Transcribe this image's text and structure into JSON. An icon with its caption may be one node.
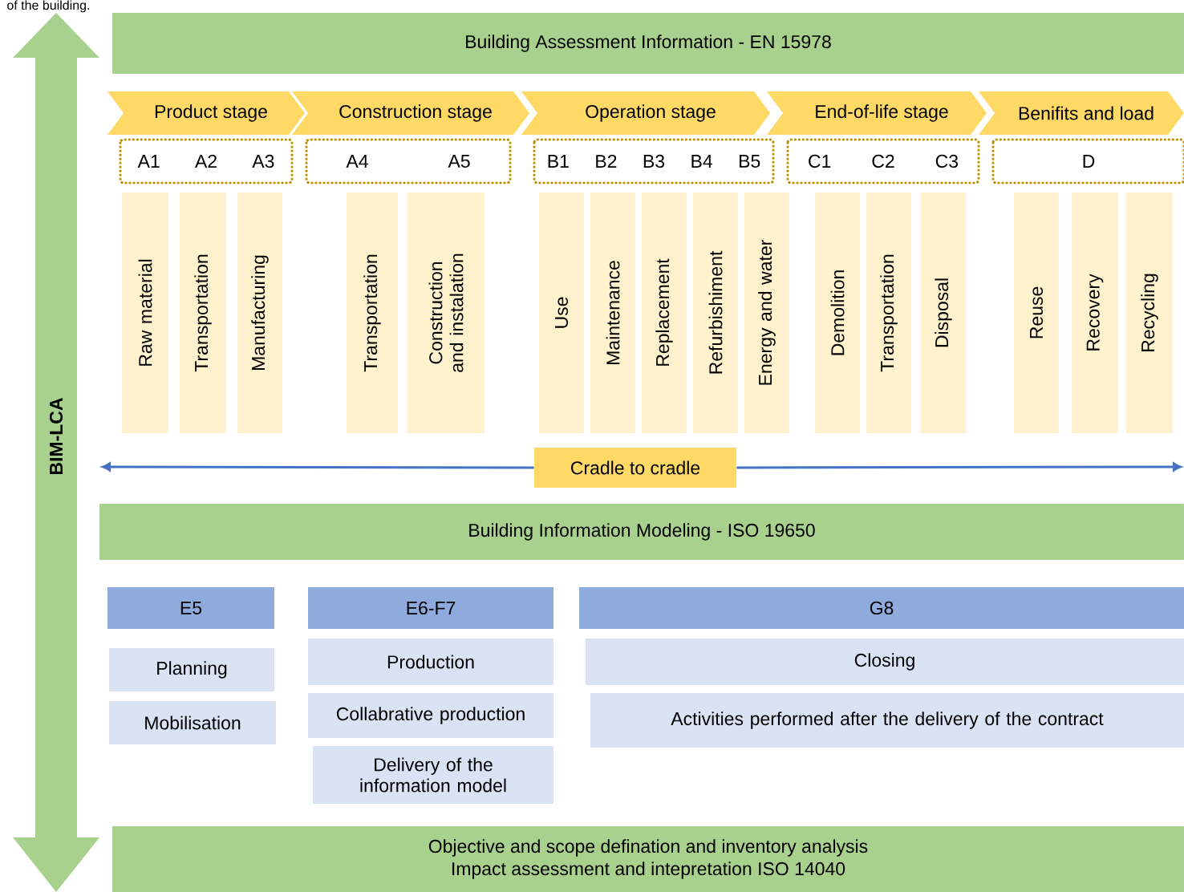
{
  "diagram": {
    "nodes": [
      {
        "text": [
          "BIM-LCA"
        ]
      },
      {
        "text": [
          "Building Assessment Information - EN 15978"
        ]
      },
      {
        "text": [
          "Product stage"
        ]
      },
      {
        "text": [
          "Construction stage"
        ]
      },
      {
        "text": [
          "Operation stage"
        ]
      },
      {
        "text": [
          "End-of-life stage"
        ]
      },
      {
        "text": [
          "Benifits and load"
        ]
      },
      {
        "text": [
          "A1",
          "A2",
          "A3"
        ]
      },
      {
        "text": [
          "A4",
          "A5"
        ]
      },
      {
        "text": [
          "B1",
          "B2",
          "B3",
          "B4",
          "B5"
        ]
      },
      {
        "text": [
          "C1",
          "C2",
          "C3"
        ]
      },
      {
        "text": [
          "D"
        ]
      },
      {
        "text": [
          "Raw material"
        ]
      },
      {
        "text": [
          "Transportation"
        ]
      },
      {
        "text": [
          "Manufacturing"
        ]
      },
      {
        "text": [
          "Transportation"
        ]
      },
      {
        "text": [
          "Construction and instalation"
        ]
      },
      {
        "text": [
          "Use"
        ]
      },
      {
        "text": [
          "Maintenance"
        ]
      },
      {
        "text": [
          "Replacement"
        ]
      },
      {
        "text": [
          "Refurbishiment"
        ]
      },
      {
        "text": [
          "Energy and water"
        ]
      },
      {
        "text": [
          "Demolition"
        ]
      },
      {
        "text": [
          "Transportation"
        ]
      },
      {
        "text": [
          "Disposal"
        ]
      },
      {
        "text": [
          "Reuse"
        ]
      },
      {
        "text": [
          "Recovery"
        ]
      },
      {
        "text": [
          "Recycling"
        ]
      },
      {
        "text": [
          "Cradle to cradle"
        ]
      },
      {
        "text": [
          "Building Information Modeling - ISO 19650"
        ]
      },
      {
        "text": [
          "E5"
        ]
      },
      {
        "text": [
          "E6-F7"
        ]
      },
      {
        "text": [
          "G8"
        ]
      },
      {
        "text": [
          "Planning"
        ]
      },
      {
        "text": [
          "Mobilisation"
        ]
      },
      {
        "text": [
          "Production"
        ]
      },
      {
        "text": [
          "Collabrative production"
        ]
      },
      {
        "text": [
          "Delivery of the information model"
        ]
      },
      {
        "text": [
          "Closing"
        ]
      },
      {
        "text": [
          "Activities performed after the delivery of the contract"
        ]
      },
      {
        "text": [
          "Objective and scope defination and inventory analysis",
          "Impact assessment and intepretation ISO 14040"
        ]
      }
    ],
    "edges": [
      {
        "from": 28,
        "to": null,
        "arrow": "to"
      },
      {
        "from": 28,
        "to": null,
        "arrow": "to"
      }
    ],
    "labels": [
      "of the building."
    ]
  }
}
